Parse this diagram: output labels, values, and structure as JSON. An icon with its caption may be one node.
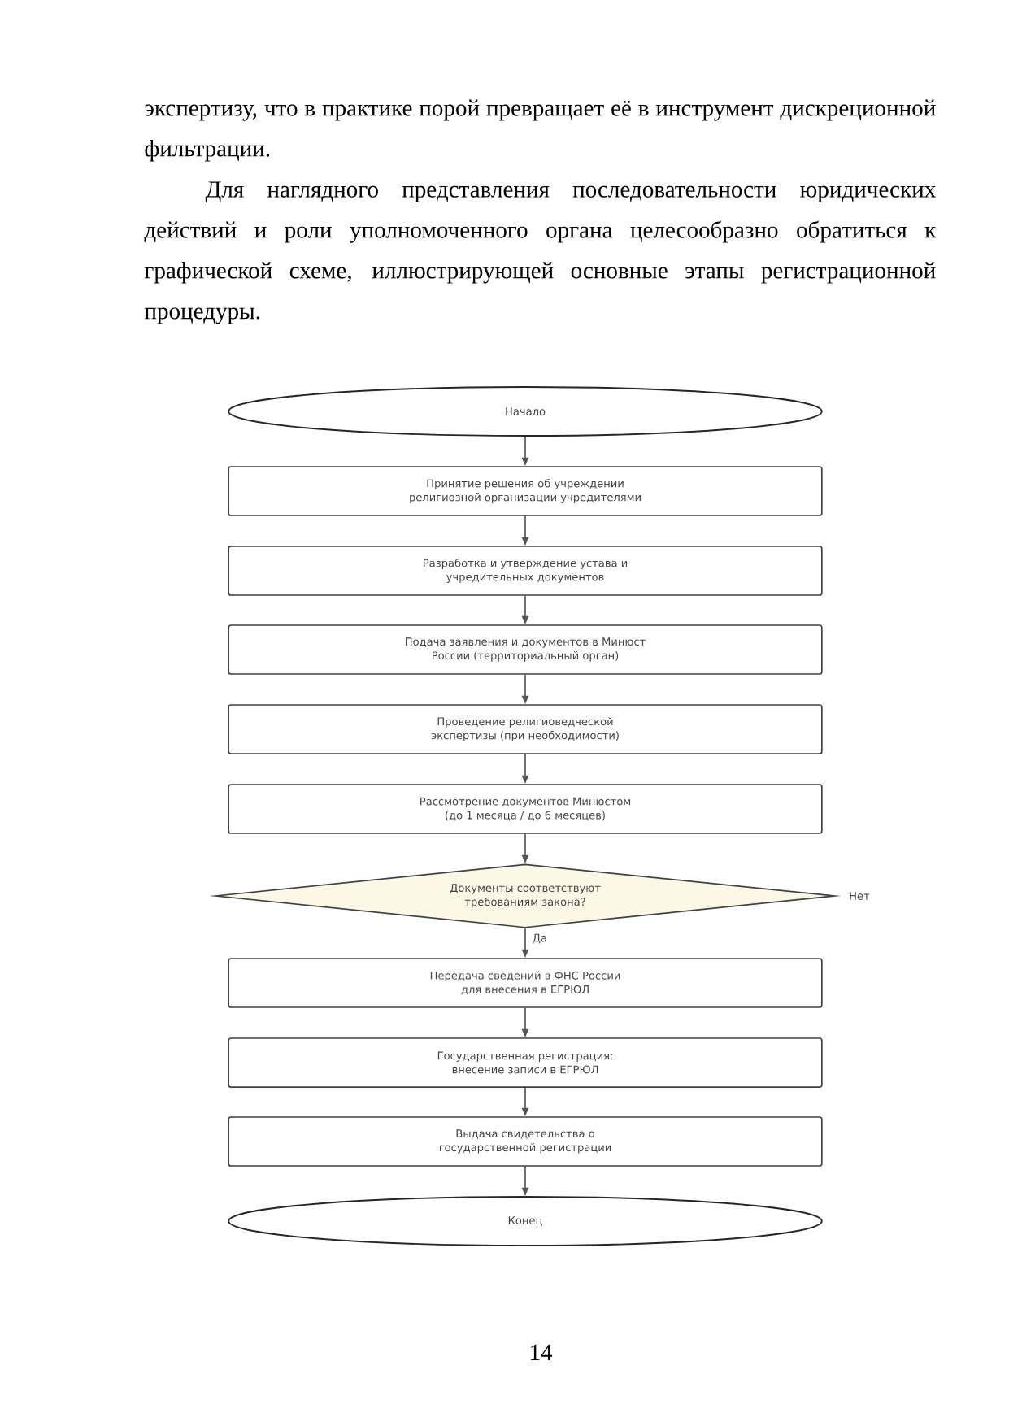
{
  "diagram": {
    "nodes": [
      {
        "text": [
          "Начало"
        ]
      },
      {
        "text": [
          "Принятие решения об учреждении религиозной организации учредителями"
        ]
      },
      {
        "text": [
          "Разработка и утверждение устава и учредительных документов"
        ]
      },
      {
        "text": [
          "Подача заявления и документов в Минюст России (территориальный орган)"
        ]
      },
      {
        "text": [
          "Проведение религиоведческой экспертизы (при необходимости)"
        ]
      },
      {
        "text": [
          "Рассмотрение документов Минюстом (до 1 месяца / до 6 месяцев)"
        ]
      },
      {
        "text": [
          "Документы соответствуют требованиям закона?"
        ],
        "beside": [
          "Нет"
        ]
      },
      {
        "text": [
          "Передача сведений в ФНС России для внесения в ЕГРЮЛ"
        ]
      },
      {
        "text": [
          "Государственная регистрация: внесение записи в ЕГРЮЛ"
        ]
      },
      {
        "text": [
          "Выдача свидетельства о государственной регистрации"
        ]
      },
      {
        "text": [
          "Конец"
        ]
      }
    ],
    "edges": [
      {
        "from": 0,
        "to": 1,
        "arrow": "to"
      },
      {
        "from": 1,
        "to": 2,
        "arrow": "to"
      },
      {
        "from": 2,
        "to": 3,
        "arrow": "to"
      },
      {
        "from": 3,
        "to": 4,
        "arrow": "to"
      },
      {
        "from": 4,
        "to": 5,
        "arrow": "to"
      },
      {
        "from": 5,
        "to": 6,
        "arrow": "to"
      },
      {
        "from": 6,
        "to": 7,
        "arrow": "to",
        "label": "Да"
      },
      {
        "from": 7,
        "to": 8,
        "arrow": "to"
      },
      {
        "from": 8,
        "to": 9,
        "arrow": "to"
      },
      {
        "from": 9,
        "to": 10,
        "arrow": "to"
      }
    ],
    "labels": [
      "экспертизу, что в практике порой превращает её в инструмент дискреционной фильтрации.",
      "Для наглядного представления последовательности юридических действий и роли уполномоченного органа целесообразно обратиться к графической схеме, иллюстрирующей основные этапы регистрационной процедуры.",
      "14"
    ]
  }
}
